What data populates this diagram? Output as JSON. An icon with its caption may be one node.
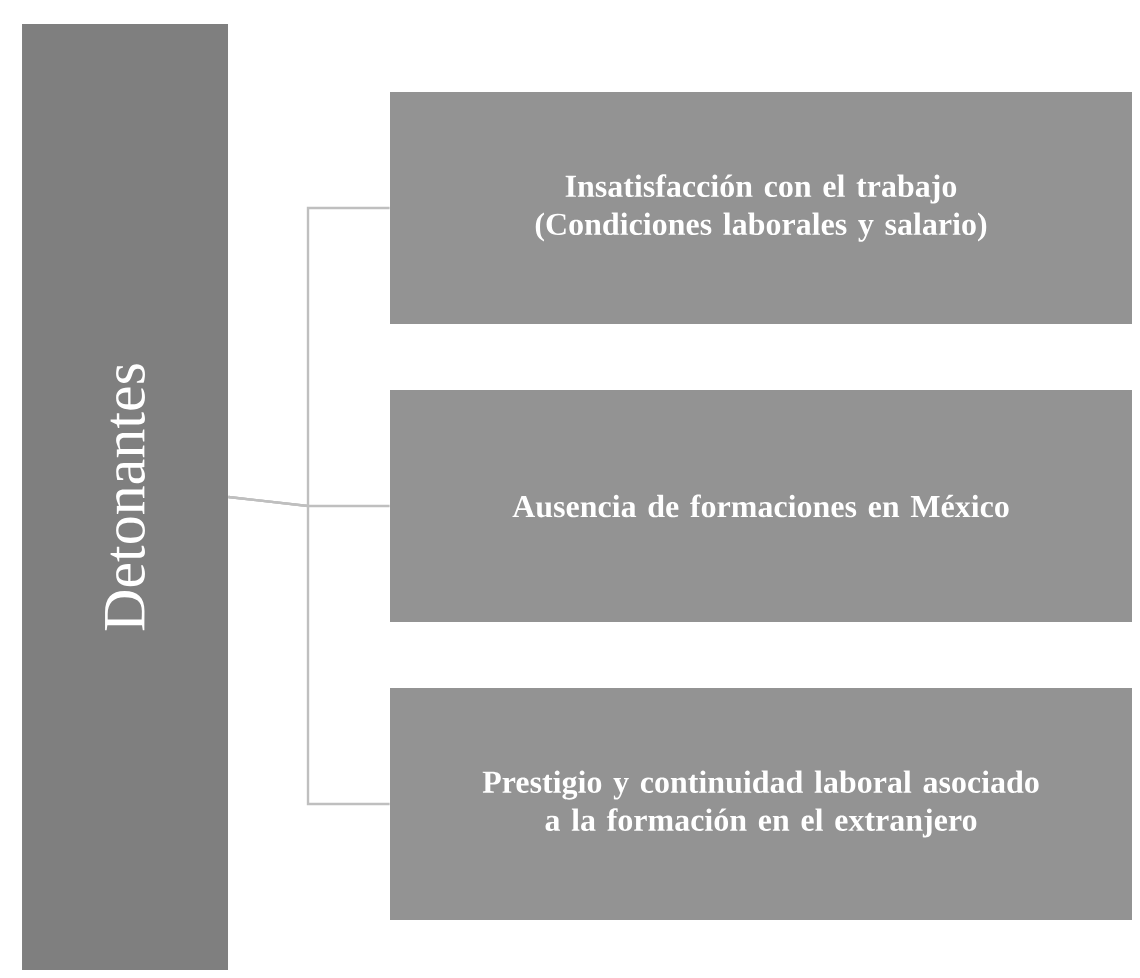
{
  "diagram": {
    "nodes": [
      {
        "text": [
          "Detonantes"
        ]
      },
      {
        "text": [
          "Insatisfacción con el trabajo (Condiciones laborales y salario)"
        ]
      },
      {
        "text": [
          "Ausencia de formaciones en México"
        ]
      },
      {
        "text": [
          "Prestigio y continuidad laboral asociado a la formación en el extranjero"
        ]
      }
    ],
    "edges": [
      {
        "from": 0,
        "to": 1,
        "arrow": "none"
      },
      {
        "from": 0,
        "to": 2,
        "arrow": "none"
      },
      {
        "from": 0,
        "to": 3,
        "arrow": "none"
      }
    ]
  }
}
